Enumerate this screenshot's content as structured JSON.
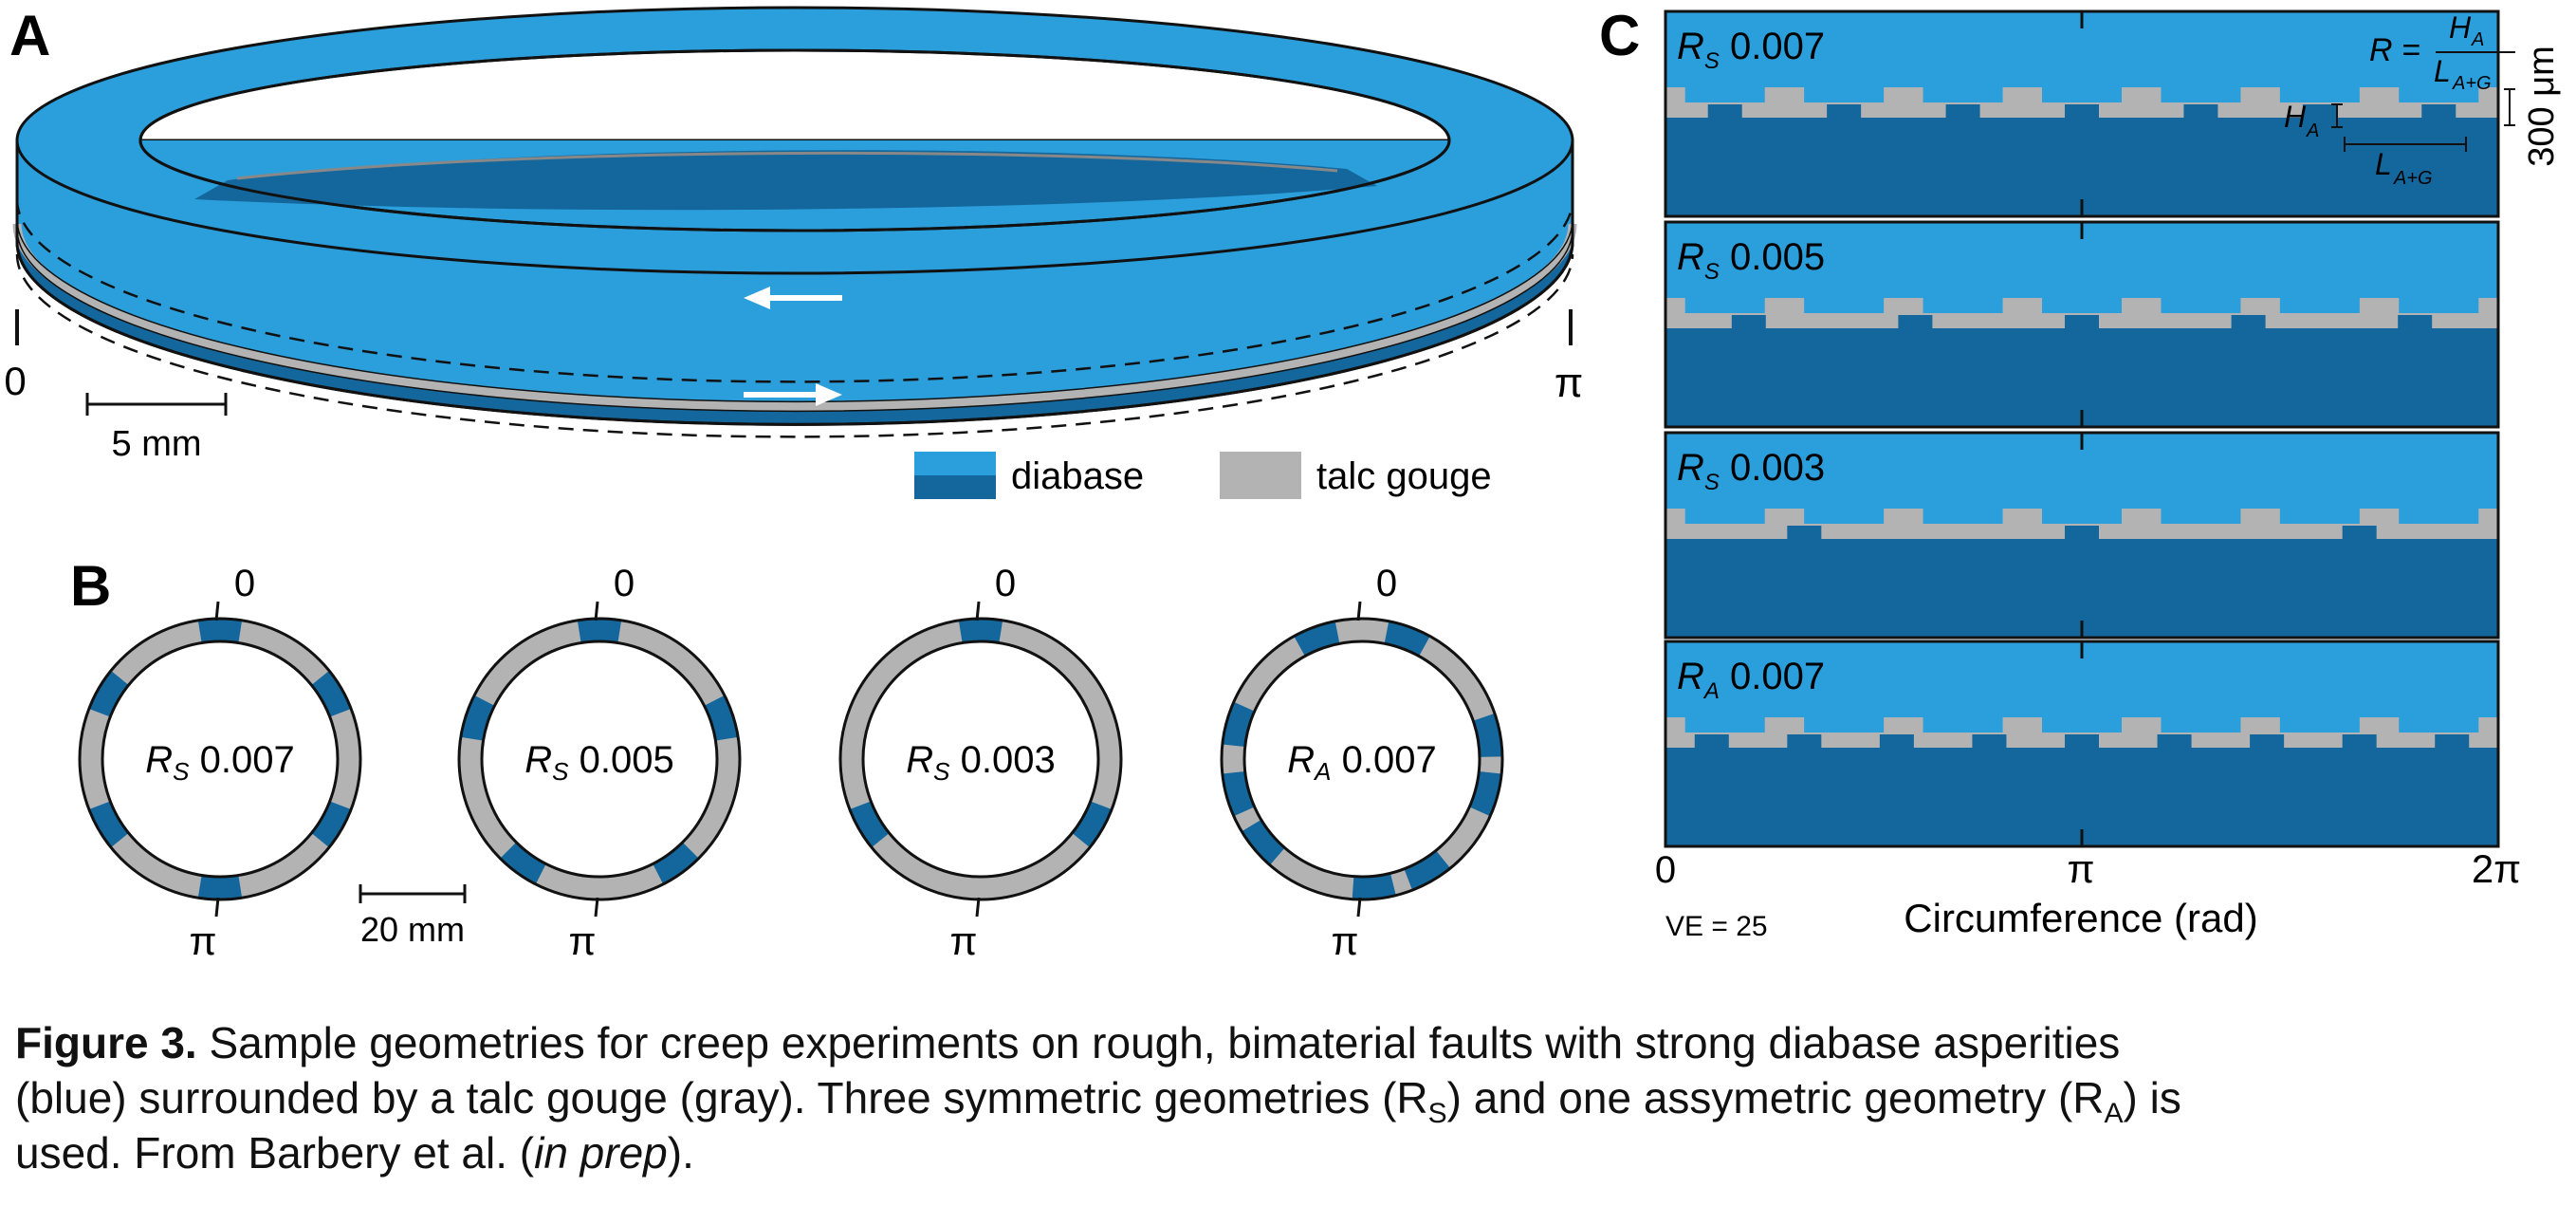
{
  "colors": {
    "diabase_light": "#2b9fdc",
    "diabase_dark": "#14679c",
    "gouge": "#b3b3b3",
    "outline": "#111111"
  },
  "panel_a": {
    "label": "A",
    "angle_left": "0",
    "angle_right": "π",
    "scalebar_label": "5 mm",
    "legend": {
      "diabase": "diabase",
      "gouge": "talc gouge"
    }
  },
  "panel_b": {
    "label": "B",
    "top_label": "0",
    "bottom_label": "π",
    "scalebar_label": "20 mm",
    "rings": [
      {
        "sym": "R",
        "sub": "S",
        "value": "0.007",
        "asperity_angles_deg": [
          0,
          60,
          120,
          180,
          240,
          300
        ]
      },
      {
        "sym": "R",
        "sub": "S",
        "value": "0.005",
        "asperity_angles_deg": [
          0,
          72,
          144,
          216,
          288
        ]
      },
      {
        "sym": "R",
        "sub": "S",
        "value": "0.003",
        "asperity_angles_deg": [
          0,
          120,
          240
        ]
      },
      {
        "sym": "R",
        "sub": "A",
        "value": "0.007",
        "asperity_angles_deg": [
          -20,
          20,
          80,
          105,
          150,
          175,
          230,
          255,
          285
        ]
      }
    ]
  },
  "panel_c": {
    "label": "C",
    "formula": {
      "lhs": "R =",
      "num": "H",
      "num_sub": "A",
      "den": "L",
      "den_sub": "A+G"
    },
    "h_label": "H",
    "h_sub": "A",
    "l_label": "L",
    "l_sub": "A+G",
    "scale_label": "300 μm",
    "x_ticks": [
      "0",
      "π",
      "2π"
    ],
    "x_label": "Circumference (rad)",
    "ve_label": "VE = 25",
    "profiles": [
      {
        "sym": "R",
        "sub": "S",
        "value": "0.007",
        "asperity_count": 7
      },
      {
        "sym": "R",
        "sub": "S",
        "value": "0.005",
        "asperity_count": 5
      },
      {
        "sym": "R",
        "sub": "S",
        "value": "0.003",
        "asperity_count": 3
      },
      {
        "sym": "R",
        "sub": "A",
        "value": "0.007",
        "asperity_count": 9
      }
    ]
  },
  "caption": {
    "label": "Figure 3.",
    "text_1": " Sample geometries for creep experiments on rough, bimaterial faults with strong diabase asperities (blue) surrounded by a talc gouge (gray). Three symmetric geometries (R",
    "sub_1": "S",
    "text_2": ") and one assymetric geometry (R",
    "sub_2": "A",
    "text_3": ") is used. From Barbery et al. (",
    "italic": "in prep",
    "text_4": ")."
  }
}
